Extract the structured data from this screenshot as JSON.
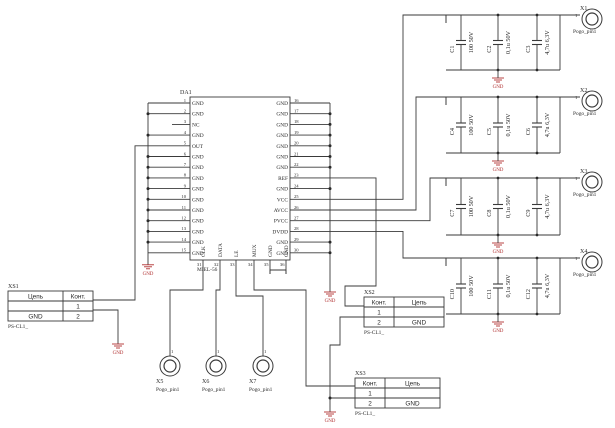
{
  "ic": {
    "ref": "DA1",
    "part": "MIEL-56",
    "left_pins": [
      {
        "num": "1",
        "name": "GND"
      },
      {
        "num": "2",
        "name": "GND"
      },
      {
        "num": "3",
        "name": "NC"
      },
      {
        "num": "4",
        "name": "GND"
      },
      {
        "num": "5",
        "name": "OUT"
      },
      {
        "num": "6",
        "name": "GND"
      },
      {
        "num": "7",
        "name": "GND"
      },
      {
        "num": "8",
        "name": "GND"
      },
      {
        "num": "9",
        "name": "GND"
      },
      {
        "num": "10",
        "name": "GND"
      },
      {
        "num": "11",
        "name": "GND"
      },
      {
        "num": "12",
        "name": "GND"
      },
      {
        "num": "13",
        "name": "GND"
      },
      {
        "num": "14",
        "name": "GND"
      },
      {
        "num": "15",
        "name": "GND"
      }
    ],
    "right_pins": [
      {
        "num": "16",
        "name": "GND"
      },
      {
        "num": "17",
        "name": "GND"
      },
      {
        "num": "18",
        "name": "GND"
      },
      {
        "num": "19",
        "name": "GND"
      },
      {
        "num": "20",
        "name": "GND"
      },
      {
        "num": "21",
        "name": "GND"
      },
      {
        "num": "22",
        "name": "GND"
      },
      {
        "num": "23",
        "name": "REF"
      },
      {
        "num": "24",
        "name": "GND"
      },
      {
        "num": "25",
        "name": "VCC"
      },
      {
        "num": "26",
        "name": "AVCC"
      },
      {
        "num": "27",
        "name": "PVCC"
      },
      {
        "num": "28",
        "name": "DVDD"
      },
      {
        "num": "29",
        "name": "GND"
      },
      {
        "num": "30",
        "name": "GND"
      }
    ],
    "bottom_pins": [
      {
        "num": "31",
        "name": "CLK"
      },
      {
        "num": "32",
        "name": "DATA"
      },
      {
        "num": "33",
        "name": "LE"
      },
      {
        "num": "34",
        "name": "MUX"
      },
      {
        "num": "35",
        "name": "GND"
      },
      {
        "num": "36",
        "name": "GND"
      }
    ]
  },
  "gnd_label": "GND",
  "pogo_part": "Pogo_pin1",
  "pogo_pin_number": "1",
  "pogos": [
    {
      "ref": "X1"
    },
    {
      "ref": "X2"
    },
    {
      "ref": "X3"
    },
    {
      "ref": "X4"
    },
    {
      "ref": "X5"
    },
    {
      "ref": "X6"
    },
    {
      "ref": "X7"
    }
  ],
  "caps": [
    {
      "ref": "C1",
      "value": "100 50V"
    },
    {
      "ref": "C2",
      "value": "0,1u 50V"
    },
    {
      "ref": "C3",
      "value": "4,7u 6,3V"
    },
    {
      "ref": "C4",
      "value": "100 50V"
    },
    {
      "ref": "C5",
      "value": "0,1u 50V"
    },
    {
      "ref": "C6",
      "value": "4,7u 6,3V"
    },
    {
      "ref": "C7",
      "value": "100 50V"
    },
    {
      "ref": "C8",
      "value": "0,1u 50V"
    },
    {
      "ref": "C9",
      "value": "4,7u 6,3V"
    },
    {
      "ref": "C10",
      "value": "100 50V"
    },
    {
      "ref": "C11",
      "value": "0,1u 50V"
    },
    {
      "ref": "C12",
      "value": "4,7u 6,3V"
    }
  ],
  "connectors": [
    {
      "ref": "XS1",
      "part": "PS-CL1_",
      "headers": [
        "Цепь",
        "Конт."
      ],
      "rows": [
        [
          "",
          "1"
        ],
        [
          "GND",
          "2"
        ]
      ]
    },
    {
      "ref": "XS2",
      "part": "PS-CL1_",
      "headers": [
        "Конт.",
        "Цепь"
      ],
      "rows": [
        [
          "1",
          ""
        ],
        [
          "2",
          "GND"
        ]
      ]
    },
    {
      "ref": "XS3",
      "part": "PS-CL1_",
      "headers": [
        "Конт.",
        "Цепь"
      ],
      "rows": [
        [
          "1",
          ""
        ],
        [
          "2",
          "GND"
        ]
      ]
    }
  ]
}
